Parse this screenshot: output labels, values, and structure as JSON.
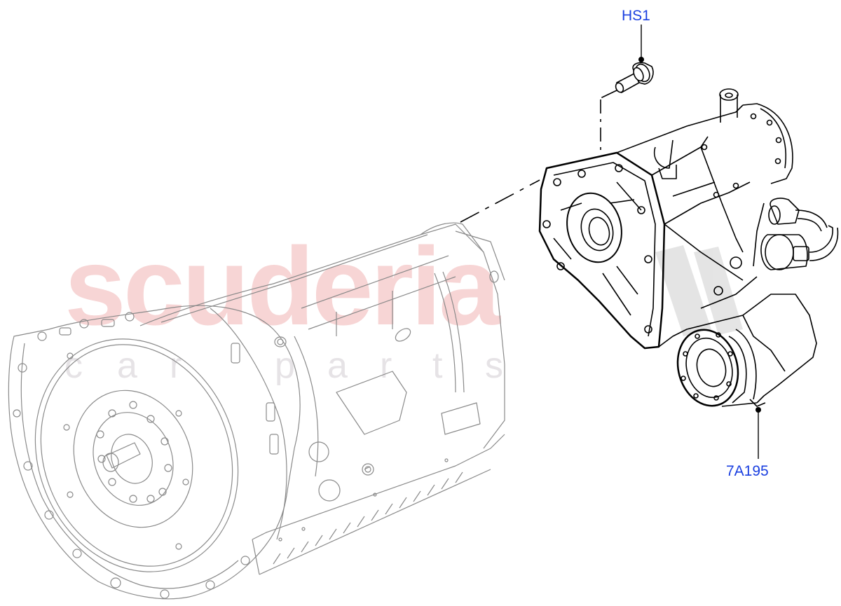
{
  "diagram": {
    "type": "exploded-parts-illustration",
    "subject": "Automatic transmission with transfer case assembly",
    "callouts": [
      {
        "id": "callout-hs1",
        "label": "HS1",
        "part": "bolt",
        "leader_from": [
          915,
          35
        ],
        "leader_to": [
          915,
          85
        ]
      },
      {
        "id": "callout-7a195",
        "label": "7A195",
        "part": "transfer-case-assembly",
        "leader_from": [
          1082,
          585
        ],
        "leader_to": [
          1082,
          655
        ]
      }
    ],
    "colors": {
      "callout_text": "#1a3fe0",
      "leader_line": "#000000",
      "transfer_case_line": "#000000",
      "gearbox_line": "#8a8a8a",
      "watermark_main": "#f7d5d5",
      "watermark_sub": "#e6e3e6",
      "watermark_stripes": "#e2e2e2"
    }
  },
  "watermark": {
    "main": "scuderia",
    "sub_letters": [
      "c",
      "a",
      "r",
      "",
      "p",
      "a",
      "r",
      "t",
      "s"
    ]
  }
}
